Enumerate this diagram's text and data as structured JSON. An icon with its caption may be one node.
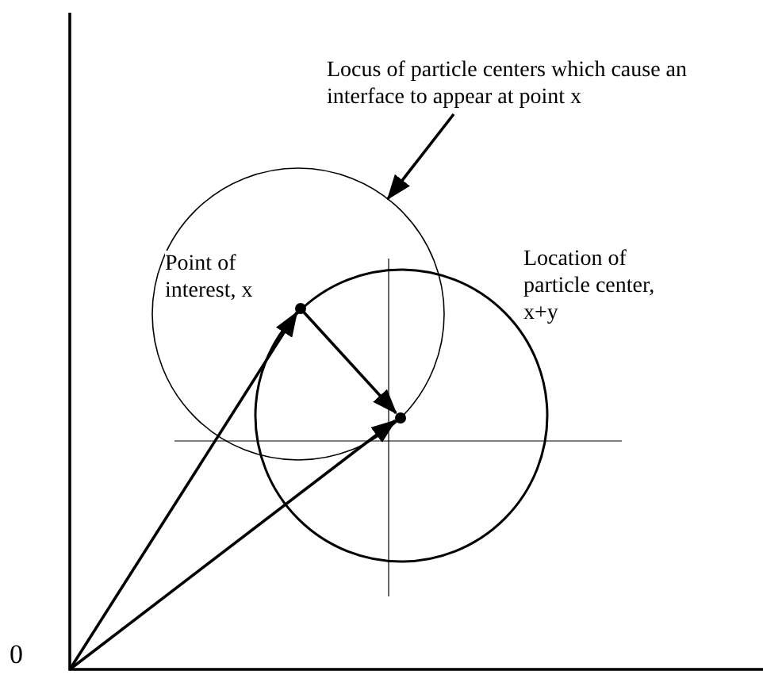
{
  "diagram": {
    "nodes": [
      {
        "text": [
          "0"
        ]
      },
      {
        "text": [],
        "shape": "circle"
      },
      {
        "text": [],
        "shape": "circle"
      },
      {
        "text": [
          "Locus of particle centers which cause an interface to appear at point x"
        ]
      }
    ],
    "edges": [
      {
        "from": 0,
        "to": 1,
        "arrow": "to"
      },
      {
        "from": 0,
        "to": 2,
        "arrow": "to"
      },
      {
        "from": 1,
        "to": 2,
        "arrow": "to"
      },
      {
        "from": 3,
        "to": null,
        "arrow": "to"
      }
    ],
    "labels": [
      "Point of interest, x",
      "Location of particle center, x+y"
    ]
  }
}
